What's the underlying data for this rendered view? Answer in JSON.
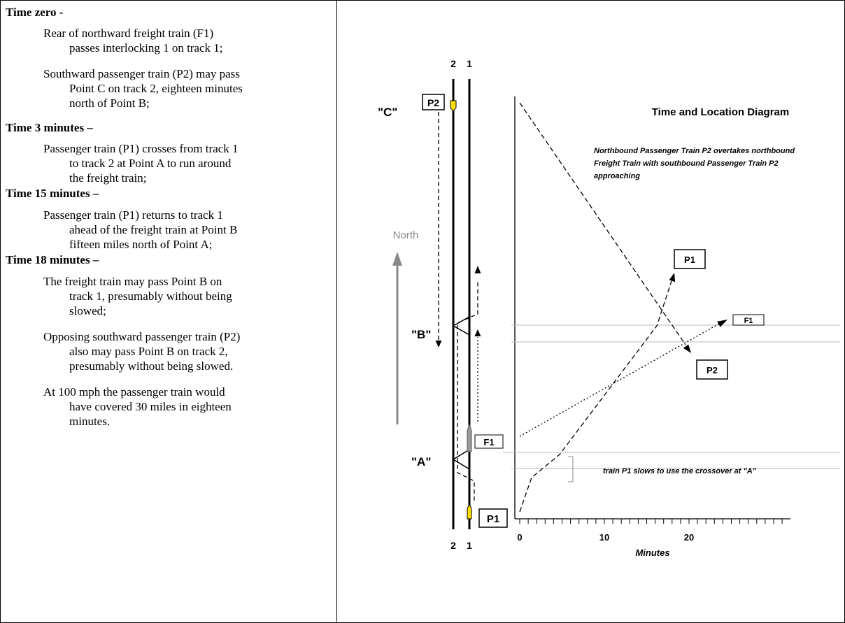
{
  "timeline": [
    {
      "heading": "Time zero -",
      "paragraphs": [
        [
          "Rear of northward freight train (F1)",
          "passes interlocking 1 on track 1;"
        ],
        [
          "Southward passenger train (P2) may pass",
          "Point C on track 2, eighteen minutes",
          "north of Point B;"
        ]
      ]
    },
    {
      "heading": "Time 3 minutes –",
      "paragraphs": [
        [
          "Passenger train (P1) crosses from track 1",
          "to track 2 at Point A to run around",
          "the freight train;"
        ]
      ]
    },
    {
      "heading": "Time 15 minutes –",
      "paragraphs": [
        [
          "Passenger train (P1) returns to track 1",
          "ahead of the freight train at Point B",
          "fifteen miles north of Point A;"
        ]
      ]
    },
    {
      "heading": "Time 18 minutes –",
      "paragraphs": [
        [
          "The freight train may pass Point B on",
          "track 1, presumably without being",
          "slowed;"
        ],
        [
          "Opposing southward passenger train (P2)",
          "also may pass Point B on track 2,",
          "presumably without being slowed."
        ],
        [
          "At 100 mph the passenger train would",
          "have covered 30 miles in eighteen",
          "minutes."
        ]
      ]
    }
  ],
  "track_diagram": {
    "track_labels": [
      "2",
      "1"
    ],
    "points": [
      "\"C\"",
      "\"B\"",
      "\"A\""
    ],
    "north_label": "North",
    "train_labels": {
      "p2": "P2",
      "f1": "F1",
      "p1": "P1"
    }
  },
  "time_location_diagram": {
    "title": "Time and Location Diagram",
    "subtitle_lines": [
      "Northbound Passenger Train P2 overtakes northbound",
      "Freight Train with southbound Passenger Train P2",
      "approaching"
    ],
    "annotation": "train P1 slows to use the crossover at \"A\"",
    "x_ticks": [
      "0",
      "10",
      "20"
    ],
    "x_axis_label": "Minutes",
    "line_labels": {
      "p1": "P1",
      "f1": "F1",
      "p2": "P2"
    }
  }
}
